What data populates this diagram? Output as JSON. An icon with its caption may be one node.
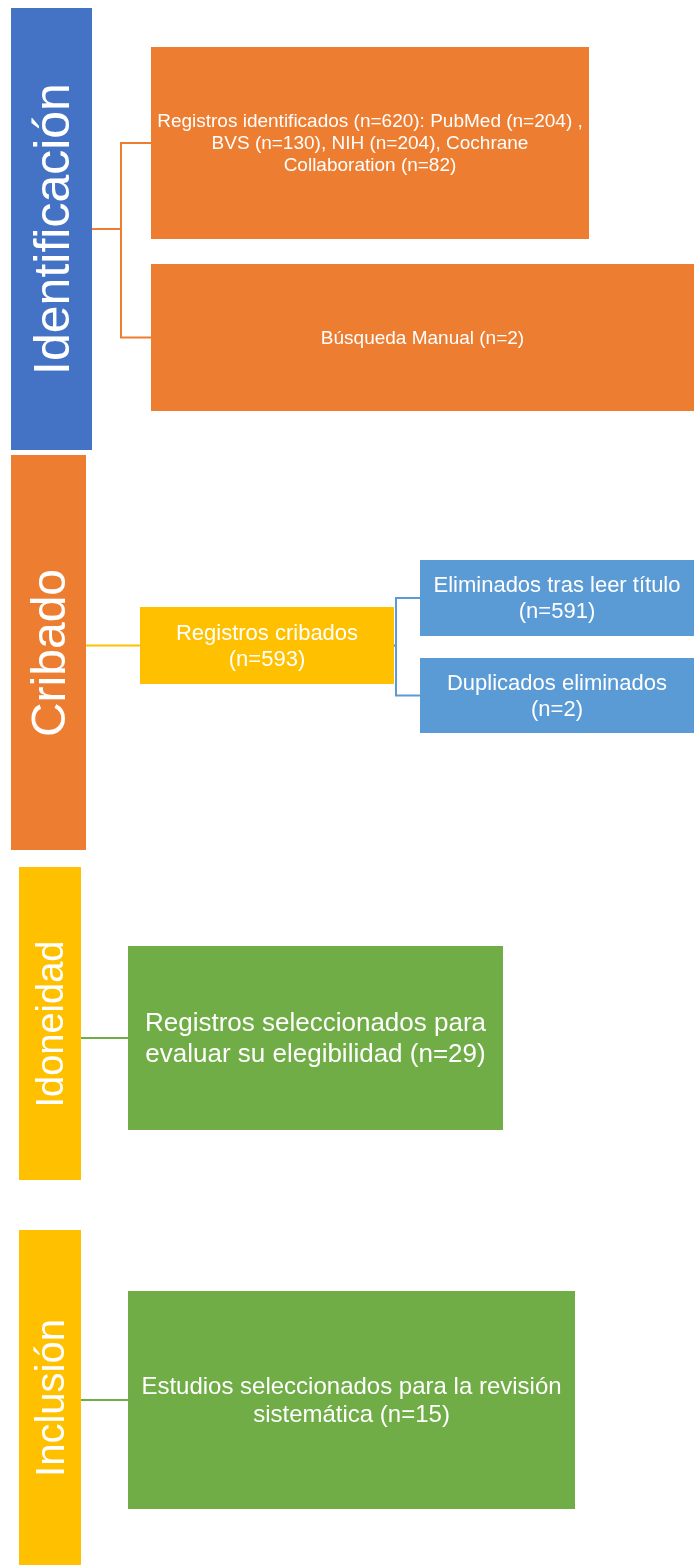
{
  "diagram": {
    "nodes": [
      {
        "text": [
          "Identificación"
        ]
      },
      {
        "text": [
          "Registros identificados (n=620): PubMed (n=204) , BVS (n=130), NIH (n=204), Cochrane Collaboration (n=82)"
        ]
      },
      {
        "text": [
          "Búsqueda Manual (n=2)"
        ]
      },
      {
        "text": [
          "Cribado"
        ]
      },
      {
        "text": [
          "Registros cribados (n=593)"
        ]
      },
      {
        "text": [
          "Eliminados tras leer título (n=591)"
        ]
      },
      {
        "text": [
          "Duplicados eliminados (n=2)"
        ]
      },
      {
        "text": [
          "Idoneidad"
        ]
      },
      {
        "text": [
          "Registros seleccionados para evaluar su elegibilidad (n=29)"
        ]
      },
      {
        "text": [
          "Inclusión"
        ]
      },
      {
        "text": [
          "Estudios seleccionados para la revisión sistemática (n=15)"
        ]
      }
    ],
    "edges": [
      {
        "from": 0,
        "to": 1,
        "arrow": "none",
        "color": "#ed7d31"
      },
      {
        "from": 0,
        "to": 2,
        "arrow": "none",
        "color": "#ed7d31"
      },
      {
        "from": 3,
        "to": 4,
        "arrow": "none",
        "color": "#ffc000"
      },
      {
        "from": 4,
        "to": 5,
        "arrow": "none",
        "color": "#5b9bd5"
      },
      {
        "from": 4,
        "to": 6,
        "arrow": "none",
        "color": "#5b9bd5"
      },
      {
        "from": 7,
        "to": 8,
        "arrow": "none",
        "color": "#70ad47"
      },
      {
        "from": 9,
        "to": 10,
        "arrow": "none",
        "color": "#70ad47"
      }
    ]
  }
}
